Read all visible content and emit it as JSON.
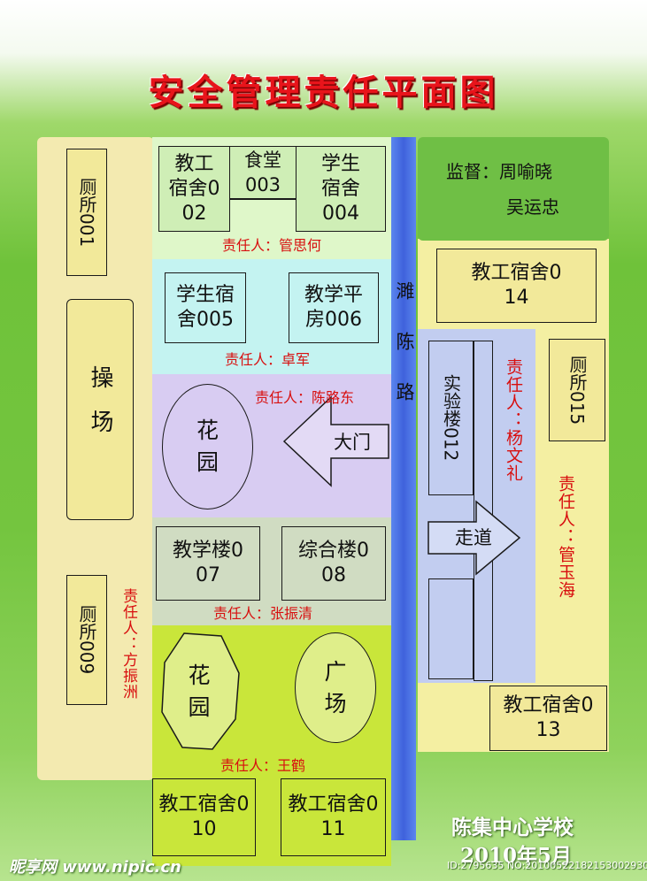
{
  "title": "安全管理责任平面图",
  "supervisor": {
    "label": "监督：周喻晓",
    "name2": "吴运忠"
  },
  "road": "濉陈路",
  "left_strip": {
    "toilet_001": "厕所001",
    "playground": "操场",
    "toilet_009": "厕所009",
    "responsible": "责任人：方振洲"
  },
  "zone1": {
    "dorm_002": "教工宿舍002",
    "canteen_003": "食堂003",
    "dorm_004": "学生宿舍004",
    "responsible": "责任人：管思何"
  },
  "zone2": {
    "dorm_005": "学生宿舍005",
    "classroom_006": "教学平房006",
    "responsible": "责任人：卓军"
  },
  "zone3": {
    "garden": "花园",
    "gate": "大门",
    "responsible": "责任人：陈路东"
  },
  "zone4": {
    "building_007": "教学楼007",
    "building_008": "综合楼008",
    "responsible": "责任人：张振清"
  },
  "zone5": {
    "garden": "花园",
    "square": "广场",
    "responsible": "责任人：王鹤"
  },
  "bottom": {
    "dorm_010": "教工宿舍010",
    "dorm_011": "教工宿舍011"
  },
  "right": {
    "dorm_014": "教工宿舍014",
    "lab_012": "实验楼012",
    "walkway": "走道",
    "responsible_lab": "责任人：杨文礼",
    "toilet_015": "厕所015",
    "responsible_right": "责任人：管玉海",
    "dorm_013": "教工宿舍013"
  },
  "footer": {
    "school": "陈集中心学校",
    "date": "2010年5月"
  },
  "watermark": {
    "logo": "昵享网 www.nipic.cn",
    "id": "ID:2795635 NO:20100522182153002930"
  },
  "colors": {
    "title": "#e8141b",
    "responsible_text": "#d80f0f",
    "left_strip": "#f3eab0",
    "zone1": "#dff7c9",
    "zone2": "#c4f3f1",
    "zone3": "#d8ccf2",
    "zone4": "#d0dcc2",
    "zone5": "#c9e63a",
    "road": "#4d73e6",
    "supervisor": "#6fbf45",
    "right_area": "#f4efa2",
    "lab_area": "#c2cdf0",
    "box_yellow": "#f2e99a",
    "box_green": "#cfeeb6"
  }
}
